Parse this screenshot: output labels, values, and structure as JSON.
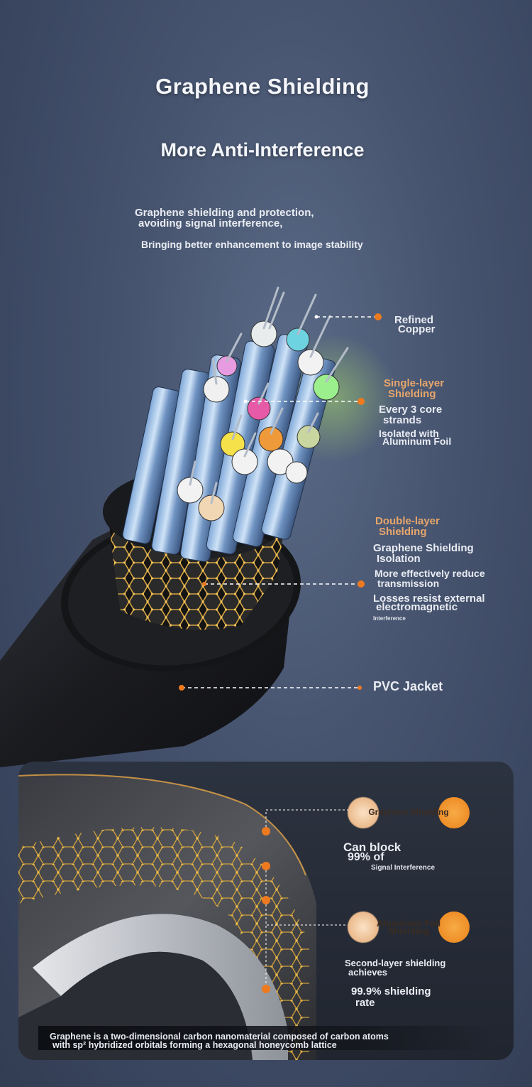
{
  "header": {
    "title": "Graphene Shielding",
    "subtitle": "More Anti-Interference"
  },
  "intro": {
    "line1": "Graphene shielding and protection,",
    "line2": "avoiding signal interference,",
    "line3": "Bringing better enhancement to image stability"
  },
  "callouts": {
    "refined_copper": {
      "line1": "Refined",
      "line2": "Copper"
    },
    "single_layer": {
      "title1": "Single-layer",
      "title2": "Shielding",
      "desc1": "Every 3 core",
      "desc2": "strands",
      "desc3": "Isolated with",
      "desc4": "Aluminum Foil"
    },
    "double_layer": {
      "title1": "Double-layer",
      "title2": "Shielding",
      "desc1": "Graphene Shielding",
      "desc2": "Isolation",
      "desc3": "More effectively reduce",
      "desc4": "transmission",
      "desc5": "Losses resist external",
      "desc6": "electromagnetic",
      "desc7": "Interference"
    },
    "pvc_jacket": "PVC Jacket"
  },
  "panel": {
    "graphene_pill": "Graphene Shielding",
    "block1": "Can block",
    "block2": "99% of",
    "block3": "Signal Interference",
    "foil_pill1": "Aluminum Foil",
    "foil_pill2": "Shielding",
    "second1": "Second-layer shielding",
    "second2": "achieves",
    "rate1": "99.9% shielding",
    "rate2": "rate"
  },
  "footer": {
    "line1": "Graphene is a two-dimensional carbon nanomaterial composed of carbon atoms",
    "line2": "with sp² hybridized orbitals forming a hexagonal honeycomb lattice"
  },
  "colors": {
    "accent_orange": "#ee7a1f",
    "label_orange": "#e7a66b",
    "background": "#46536e"
  }
}
